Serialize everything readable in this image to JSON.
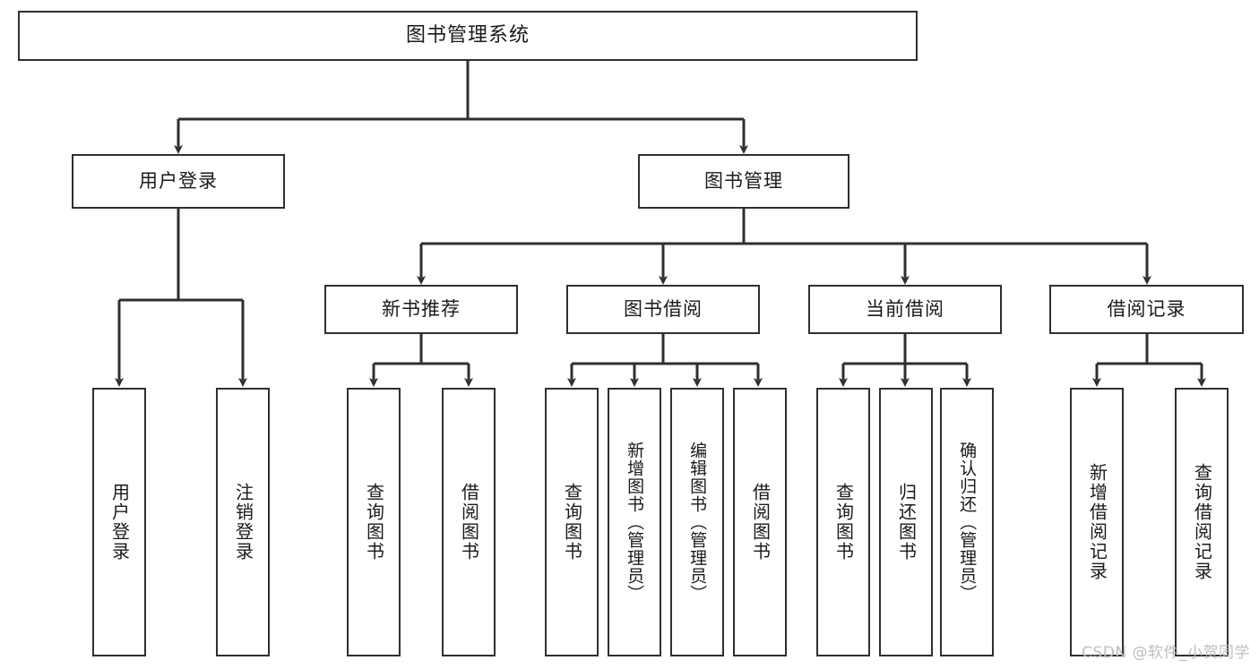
{
  "diagram": {
    "title": "图书管理系统",
    "type": "tree-hierarchy",
    "watermark": "CSDN @软件_小贺同学",
    "colors": {
      "stroke": "#2f2f2f",
      "fill": "#ffffff",
      "text": "#1a1a1a",
      "watermark": "#bdbdbd"
    },
    "levels": {
      "root": {
        "label": "图书管理系统"
      },
      "level2": [
        {
          "label": "用户登录"
        },
        {
          "label": "图书管理"
        }
      ],
      "level3": [
        {
          "label": "新书推荐"
        },
        {
          "label": "图书借阅"
        },
        {
          "label": "当前借阅"
        },
        {
          "label": "借阅记录"
        }
      ],
      "leaves": {
        "user_login": [
          {
            "label": "用户登录"
          },
          {
            "label": "注销登录"
          }
        ],
        "new_book": [
          {
            "label": "查询图书"
          },
          {
            "label": "借阅图书"
          }
        ],
        "borrow_book": [
          {
            "label": "查询图书"
          },
          {
            "label": "新增图书（管理员）"
          },
          {
            "label": "编辑图书（管理员）"
          },
          {
            "label": "借阅图书"
          }
        ],
        "current_borrow": [
          {
            "label": "查询图书"
          },
          {
            "label": "归还图书"
          },
          {
            "label": "确认归还（管理员）"
          }
        ],
        "borrow_record": [
          {
            "label": "新增借阅记录"
          },
          {
            "label": "查询借阅记录"
          }
        ]
      }
    }
  }
}
